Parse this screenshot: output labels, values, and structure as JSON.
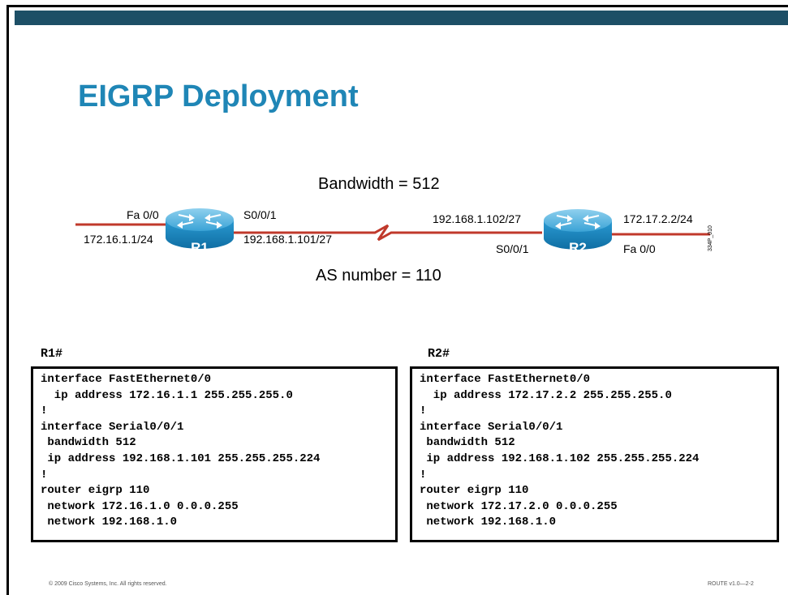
{
  "slide": {
    "title": "EIGRP Deployment",
    "footer_left": "© 2009 Cisco Systems, Inc. All rights reserved.",
    "footer_right": "ROUTE v1.0—2-2",
    "figure_id": "334P_010"
  },
  "diagram": {
    "bandwidth_label": "Bandwidth = 512",
    "as_label": "AS number = 110",
    "r1": {
      "name": "R1",
      "fa_interface": "Fa 0/0",
      "fa_ip": "172.16.1.1/24",
      "serial_interface": "S0/0/1",
      "serial_ip": "192.168.1.101/27"
    },
    "r2": {
      "name": "R2",
      "serial_ip": "192.168.1.102/27",
      "serial_interface": "S0/0/1",
      "fa_ip": "172.17.2.2/24",
      "fa_interface": "Fa 0/0"
    },
    "colors": {
      "link": "#c0392b",
      "router_body": "#1c8fc7",
      "router_top": "#5fb5df",
      "title": "#1f86b6",
      "top_bar": "#1d4f66"
    },
    "icons": [
      "router-icon",
      "serial-link-icon"
    ]
  },
  "configs": {
    "r1": {
      "prompt": "R1#",
      "lines": [
        "interface FastEthernet0/0",
        "  ip address 172.16.1.1 255.255.255.0",
        "!",
        "interface Serial0/0/1",
        " bandwidth 512",
        " ip address 192.168.1.101 255.255.255.224",
        "!",
        "router eigrp 110",
        " network 172.16.1.0 0.0.0.255",
        " network 192.168.1.0"
      ]
    },
    "r2": {
      "prompt": "R2#",
      "lines": [
        "interface FastEthernet0/0",
        "  ip address 172.17.2.2 255.255.255.0",
        "!",
        "interface Serial0/0/1",
        " bandwidth 512",
        " ip address 192.168.1.102 255.255.255.224",
        "!",
        "router eigrp 110",
        " network 172.17.2.0 0.0.0.255",
        " network 192.168.1.0"
      ]
    }
  }
}
